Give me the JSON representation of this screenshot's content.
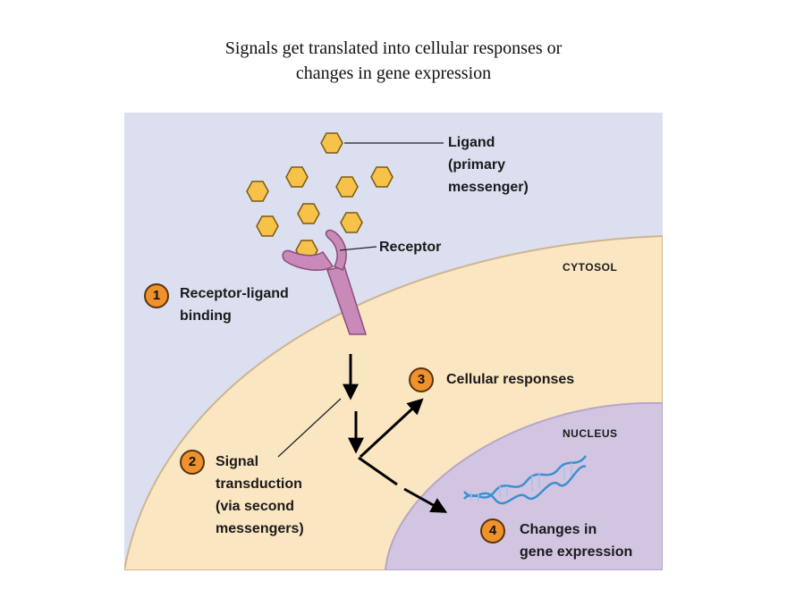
{
  "title": {
    "line1": "Signals get translated into cellular responses or",
    "line2": "changes in gene expression"
  },
  "labels": {
    "ligand": [
      "Ligand",
      "(primary",
      "messenger)"
    ],
    "receptor": "Receptor",
    "cytosol": "Cytosol",
    "nucleus": "Nucleus"
  },
  "steps": [
    {
      "number": "1",
      "lines": [
        "Receptor-ligand",
        "binding"
      ]
    },
    {
      "number": "2",
      "lines": [
        "Signal",
        "transduction",
        "(via second",
        "messengers)"
      ]
    },
    {
      "number": "3",
      "lines": [
        "Cellular responses"
      ]
    },
    {
      "number": "4",
      "lines": [
        "Changes in",
        "gene expression"
      ]
    }
  ],
  "colors": {
    "extracellular": "#dbdff0",
    "cytosol": "#fbe6c2",
    "nucleus": "#d2c5e2",
    "ligand_fill": "#f7c24a",
    "receptor": "#c98ab9",
    "step_badge": "#f0922b",
    "dna": "#3d8fd1"
  }
}
